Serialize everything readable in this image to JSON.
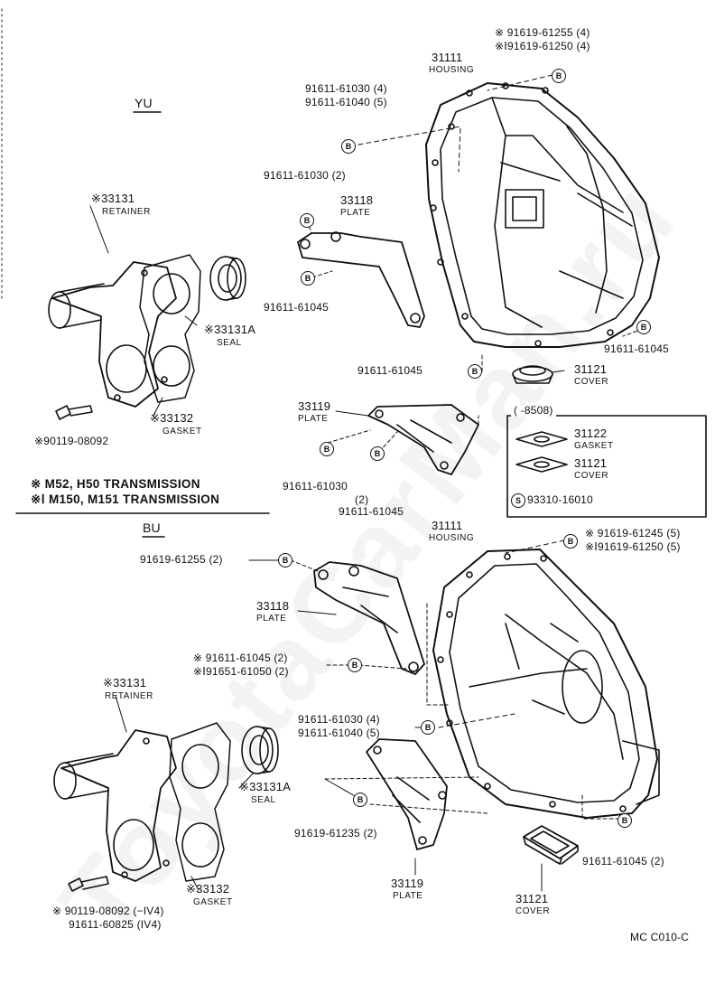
{
  "sections": {
    "yu": "YU",
    "bu": "BU"
  },
  "notes": {
    "line1": "※  M52, H50 TRANSMISSION",
    "line2": "※Ⅰ M150, M151 TRANSMISSION"
  },
  "yu": {
    "bolt_b_top": [
      "※  91619-61255 (4)",
      "※Ⅰ91619-61250 (4)"
    ],
    "housing_num": "31111",
    "housing_cap": "HOUSING",
    "bolt_housing": [
      "91611-61030 (4)",
      "91611-61040 (5)"
    ],
    "bolt_plate_top": "91611-61030 (2)",
    "plate_num": "33118",
    "plate_cap": "PLATE",
    "bolt_plate_bottom": "91611-61045",
    "bolt_right": "91611-61045",
    "bolt_mid": "91611-61045",
    "cover_num": "31121",
    "cover_cap": "COVER",
    "plate2_num": "33119",
    "plate2_cap": "PLATE",
    "bolt_plate2_left": [
      "91611-61030",
      "(2)"
    ],
    "bolt_plate2_right": "91611-61045",
    "retainer_num": "※33131",
    "retainer_cap": "RETAINER",
    "seal_num": "※33131A",
    "seal_cap": "SEAL",
    "gasket_num": "※33132",
    "gasket_cap": "GASKET",
    "bolt_retainer": "※90119-08092"
  },
  "inset": {
    "header": "(      -8508)",
    "gasket_num": "31122",
    "gasket_cap": "GASKET",
    "cover_num": "31121",
    "cover_cap": "COVER",
    "screw": "93310-16010"
  },
  "bu": {
    "bolt_b_top": [
      "※  91619-61245 (5)",
      "※Ⅰ91619-61250 (5)"
    ],
    "housing_num": "31111",
    "housing_cap": "HOUSING",
    "bolt_plate_top": "91619-61255 (2)",
    "plate_num": "33118",
    "plate_cap": "PLATE",
    "bolt_plate_mid": [
      "※  91611-61045 (2)",
      "※Ⅰ91651-61050 (2)"
    ],
    "bolt_housing": [
      "91611-61030 (4)",
      "91611-61040 (5)"
    ],
    "retainer_num": "※33131",
    "retainer_cap": "RETAINER",
    "seal_num": "※33131A",
    "seal_cap": "SEAL",
    "gasket_num": "※33132",
    "gasket_cap": "GASKET",
    "bolt_plate2": "91619-61235 (2)",
    "bolt_right": "91611-61045 (2)",
    "plate2_num": "33119",
    "plate2_cap": "PLATE",
    "cover_num": "31121",
    "cover_cap": "COVER",
    "bolt_retainer": [
      "※  90119-08092 (−IV4)",
      "91611-60825 (IV4)"
    ]
  },
  "figure_code": "MC C010-C",
  "watermark": "ToyotaCarMan.ru",
  "markers": {
    "b": "B",
    "s": "S"
  }
}
